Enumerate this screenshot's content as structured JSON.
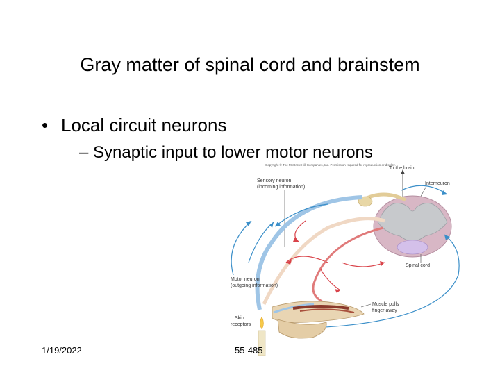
{
  "slide": {
    "title": "Gray matter of spinal cord and brainstem",
    "bullet_symbol": "•",
    "bullet_level1": "Local circuit neurons",
    "bullet_level2": "– Synaptic input to lower motor neurons",
    "footer_date": "1/19/2022",
    "footer_page": "55-485"
  },
  "figure": {
    "copyright": "Copyright © The McGraw-Hill Companies, Inc. Permission required for reproduction or display.",
    "label_to_brain": "To the brain",
    "label_interneuron": "Interneuron",
    "label_sensory_1": "Sensory neuron",
    "label_sensory_2": "(incoming information)",
    "label_spinal_cord": "Spinal cord",
    "label_motor_1": "Motor neuron",
    "label_motor_2": "(outgoing information)",
    "label_muscle_1": "Muscle pulls",
    "label_muscle_2": "finger away",
    "label_skin_1": "Skin",
    "label_skin_2": "receptors"
  }
}
